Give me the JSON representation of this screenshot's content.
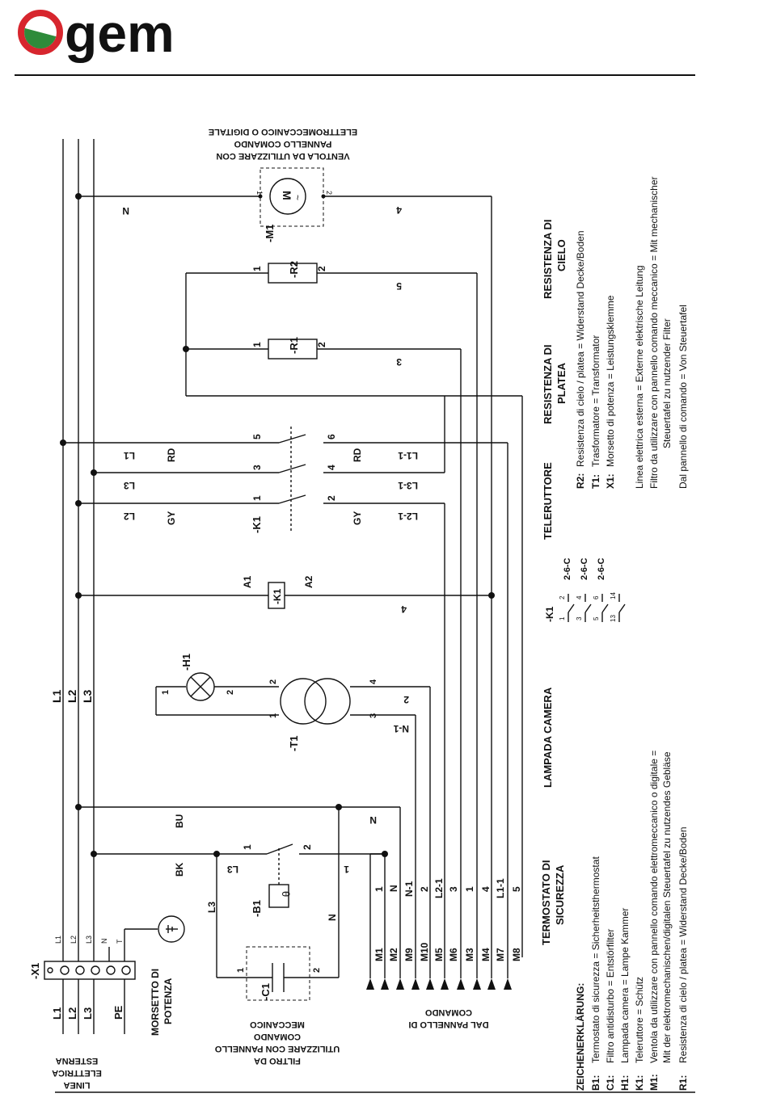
{
  "brand": {
    "logo": "gem",
    "logo_red": "#d7262e",
    "logo_green": "#2e8b3a"
  },
  "rails": [
    "L1",
    "L2",
    "L3"
  ],
  "terminal": {
    "ref": "-X1",
    "pins": [
      "L1",
      "L2",
      "L3",
      "N",
      "T"
    ],
    "pe": "PE",
    "morsetto": [
      "MORSETTO DI",
      "POTENZA"
    ]
  },
  "linea": [
    "LINEA",
    "ELETTRICA",
    "ESTERNA"
  ],
  "filtro": [
    "FILTRO DA",
    "UTILIZZARE CON PANNELLO",
    "COMANDO",
    "MECCANICO"
  ],
  "pannello": [
    "DAL PANNELLO DI",
    "COMANDO"
  ],
  "ventola": [
    "VENTOLA DA UTILIZZARE CON",
    "PANNELLO COMANDO",
    "ELETTROMECCANICO O DIGITALE"
  ],
  "wire_labels": {
    "BU": "BU",
    "BK": "BK",
    "GY": "GY",
    "RD": "RD",
    "N": "N",
    "N1": "N-1",
    "L1": "L1",
    "L2": "L2",
    "L3": "L3",
    "L11": "L1-1",
    "L21": "L2-1",
    "L31": "L3-1",
    "n1": "1",
    "n2": "2",
    "n3": "3",
    "n4": "4",
    "n5": "5",
    "n6": "6",
    "A1": "A1",
    "A2": "A2"
  },
  "components": {
    "B1": "-B1",
    "C1": "-C1",
    "H1": "-H1",
    "T1": "-T1",
    "K1": "-K1",
    "R1": "-R1",
    "R2": "-R2",
    "M1": "-M1",
    "theta": "θ",
    "motor": "M",
    "ac": "~"
  },
  "connector_M": [
    "M1",
    "M2",
    "M9",
    "M10",
    "M5",
    "M6",
    "M3",
    "M4",
    "M7",
    "M8"
  ],
  "connector_sig": [
    "1",
    "N",
    "N-1",
    "2",
    "L2-1",
    "3",
    "1",
    "4",
    "L1-1",
    "5"
  ],
  "sections": [
    [
      "TERMOSTATO DI",
      "SICUREZZA"
    ],
    [
      "LAMPADA CAMERA"
    ],
    [
      "TELERUTTORE"
    ],
    [
      "RESISTENZA DI",
      "PLATEA"
    ],
    [
      "RESISTENZA DI",
      "CIELO"
    ]
  ],
  "contacts": {
    "ref": "-K1",
    "rows": [
      {
        "a": "1",
        "b": "2",
        "ref": "2-6-C"
      },
      {
        "a": "3",
        "b": "4",
        "ref": "2-6-C"
      },
      {
        "a": "5",
        "b": "6",
        "ref": "2-6-C"
      },
      {
        "a": "13",
        "b": "14",
        "ref": ""
      }
    ]
  },
  "legend": {
    "title": "ZEICHENERKLÄRUNG:",
    "left": [
      {
        "code": "B1:",
        "text": "Termostato di sicurezza = Sicherheitsthermostat"
      },
      {
        "code": "C1:",
        "text": "Filtro antidisturbo = Entstörfilter"
      },
      {
        "code": "H1:",
        "text": "Lampada camera = Lampe Kammer"
      },
      {
        "code": "K1:",
        "text": "Teleruttore = Schütz"
      },
      {
        "code": "M1:",
        "text": "Ventola da utilizzare con pannello comando elettromeccanico o digitale ="
      },
      {
        "code": "",
        "text": "Mit der elektromechanischen/digitalen Steuertafel zu nutzendes Gebläse"
      },
      {
        "code": "R1:",
        "text": "Resistenza di cielo / platea = Widerstand Decke/Boden"
      }
    ],
    "right": [
      {
        "code": "R2:",
        "text": "Resistenza di cielo / platea = Widerstand Decke/Boden"
      },
      {
        "code": "T1:",
        "text": "Trasformatore = Transformator"
      },
      {
        "code": "X1:",
        "text": "Morsetto di potenza = Leistungsklemme"
      },
      {
        "code": "",
        "text": "Linea elettrica esterna = Externe elektrische Leitung"
      },
      {
        "code": "",
        "text": "Filtro da utilizzare con pannello comando meccanico = Mit mechanischer"
      },
      {
        "code": "",
        "text": "Steuertafel zu nutzender Filter"
      },
      {
        "code": "",
        "text": "Dal pannello di comando = Von Steuertafel"
      }
    ]
  }
}
